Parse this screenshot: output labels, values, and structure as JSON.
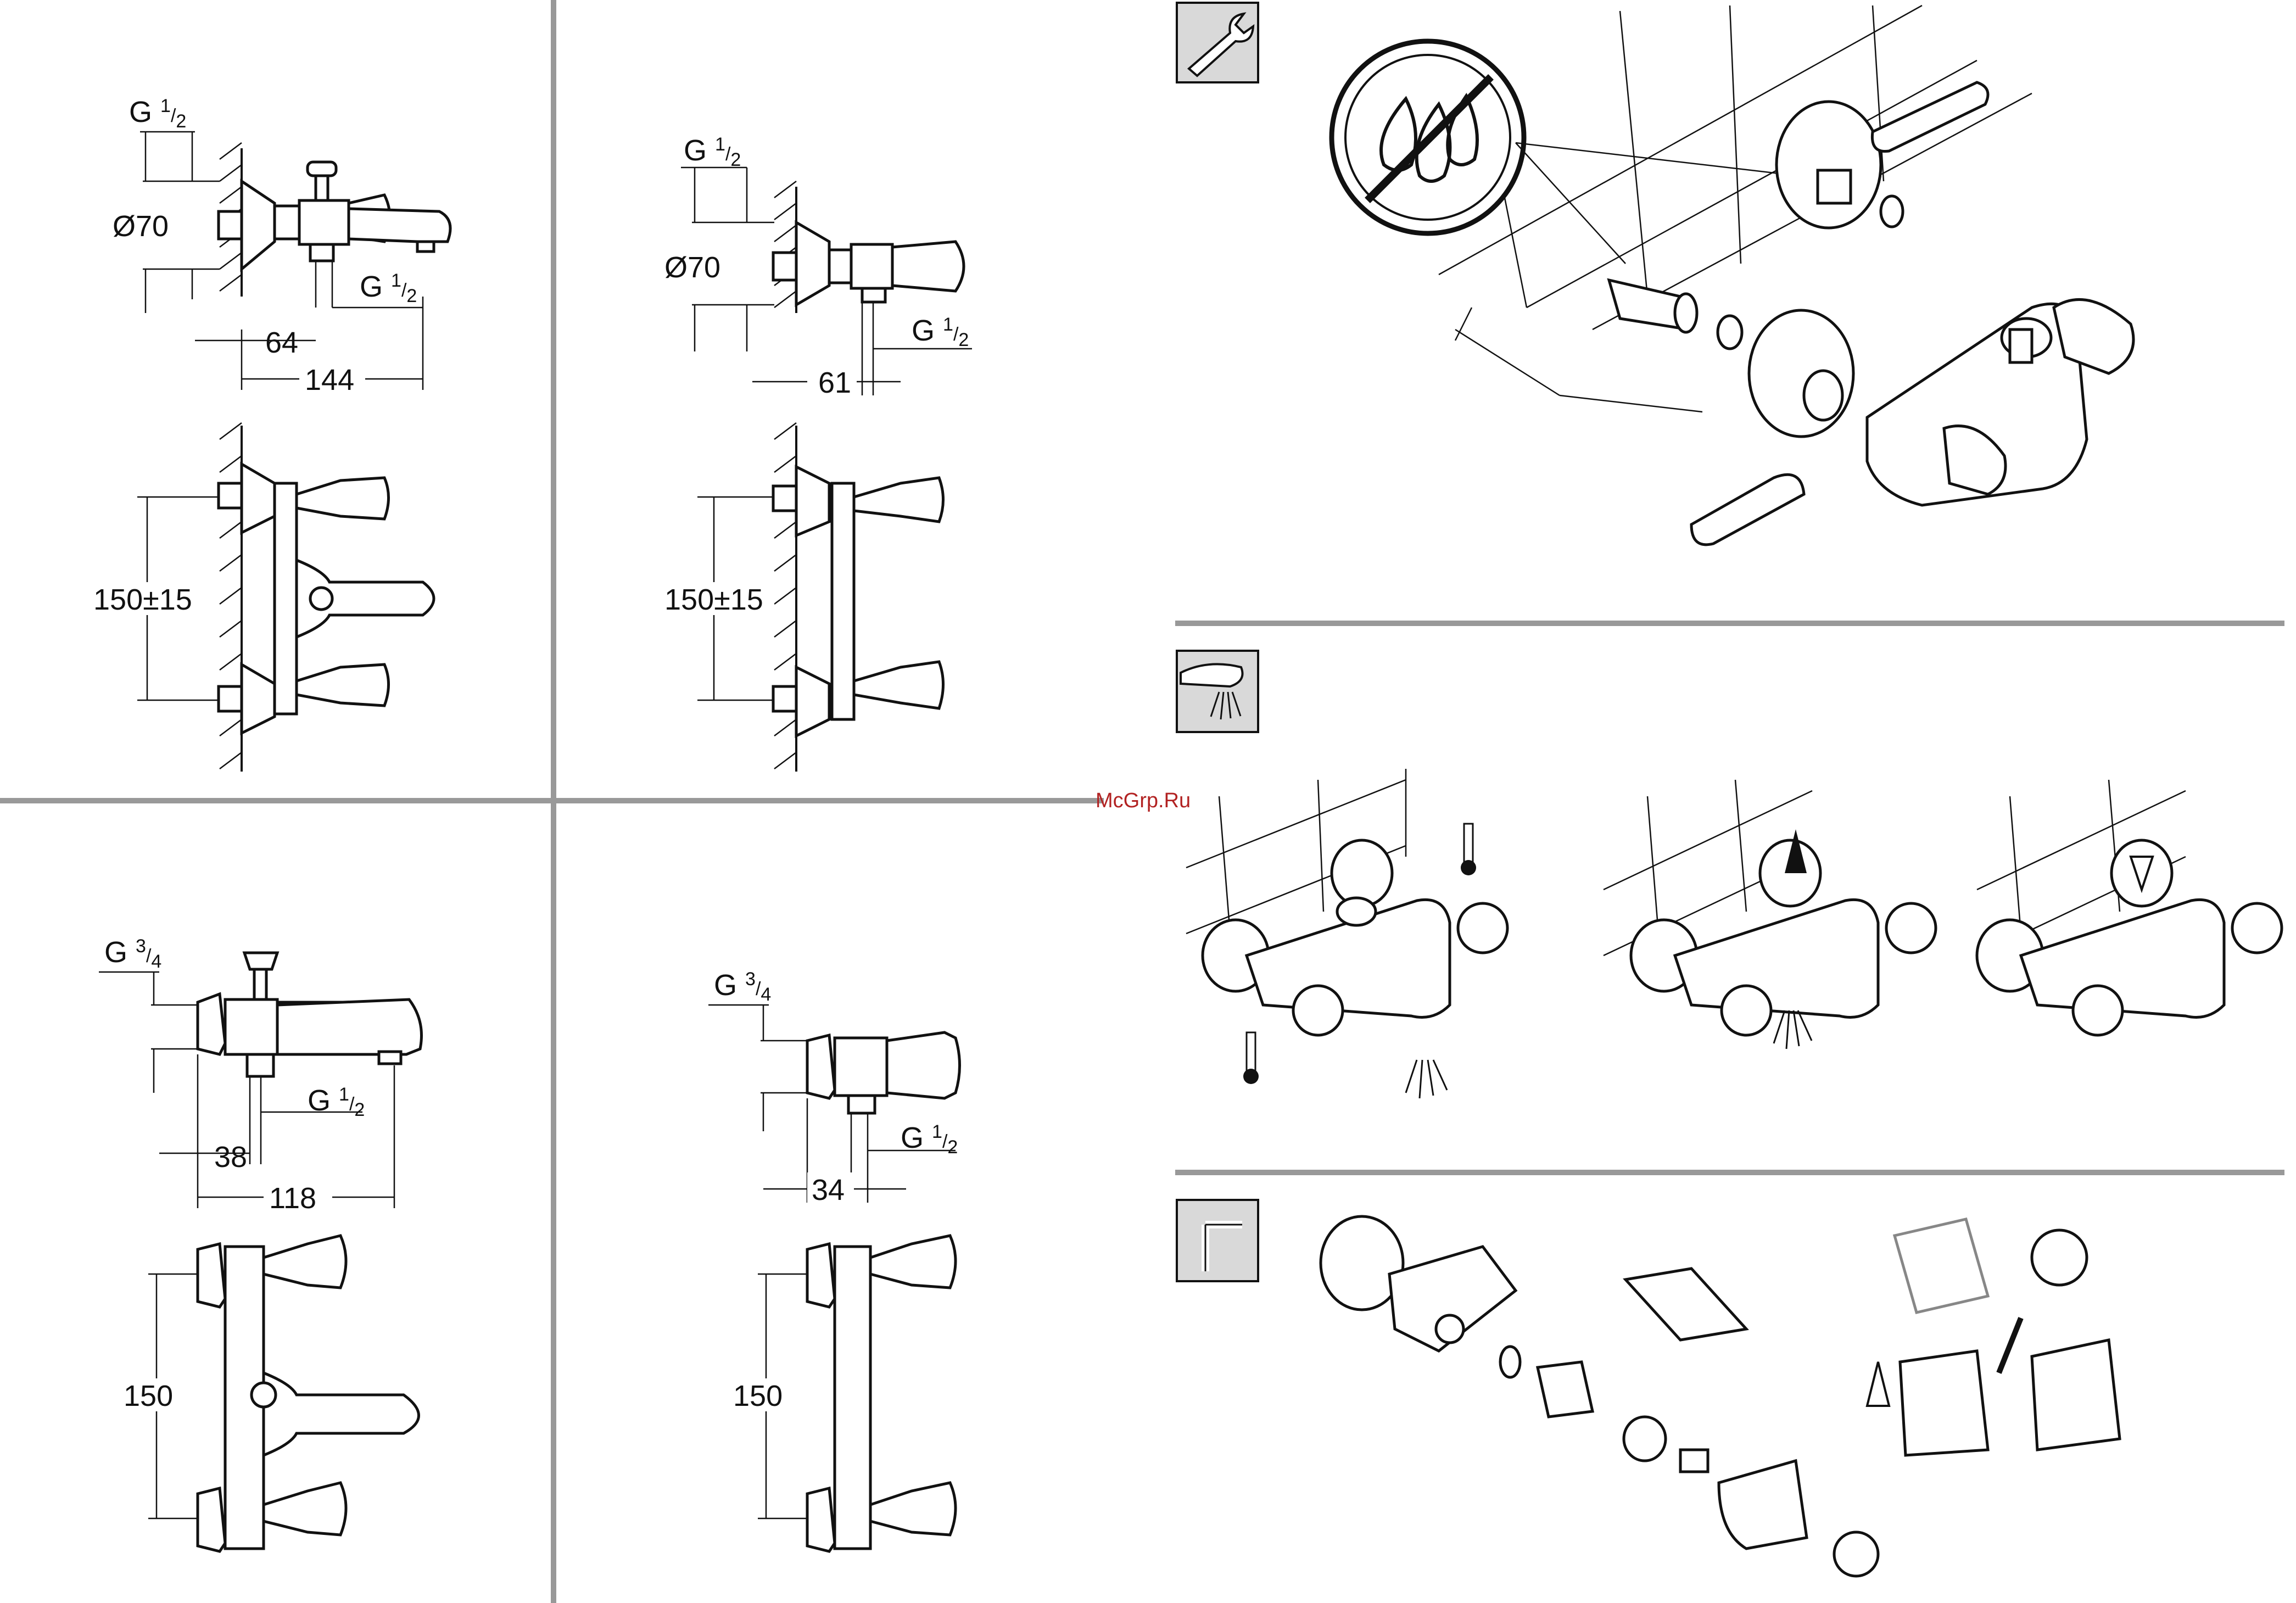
{
  "watermark": "McGrp.Ru",
  "panels": {
    "bath_wall": {
      "thread": "G",
      "thread_num": "1",
      "thread_den": "2",
      "diameter": "Ø70",
      "outlet_thread": "G",
      "outlet_num": "1",
      "outlet_den": "2",
      "offset": "64",
      "projection": "144",
      "spacing": "150±15"
    },
    "shower_wall": {
      "thread": "G",
      "thread_num": "1",
      "thread_den": "2",
      "diameter": "Ø70",
      "outlet_thread": "G",
      "outlet_num": "1",
      "outlet_den": "2",
      "offset": "61",
      "spacing": "150±15"
    },
    "bath_deck": {
      "thread": "G",
      "thread_num": "3",
      "thread_den": "4",
      "outlet_thread": "G",
      "outlet_num": "1",
      "outlet_den": "2",
      "offset": "38",
      "projection": "118",
      "spacing": "150"
    },
    "shower_deck": {
      "thread": "G",
      "thread_num": "3",
      "thread_den": "4",
      "outlet_thread": "G",
      "outlet_num": "1",
      "outlet_den": "2",
      "offset": "34",
      "spacing": "150"
    }
  },
  "icons": {
    "installation": "wrench-icon",
    "operation": "spout-spray-icon",
    "maintenance": "allen-key-icon",
    "no_sealant": "no-sealant-icon",
    "hot": "thermometer-hot-icon",
    "cold": "thermometer-cold-icon",
    "up_arrow": "arrow-up-icon"
  },
  "colors": {
    "line": "#111111",
    "divider": "#999999",
    "watermark": "#b22222",
    "icon_bg": "#d9d9d9"
  }
}
